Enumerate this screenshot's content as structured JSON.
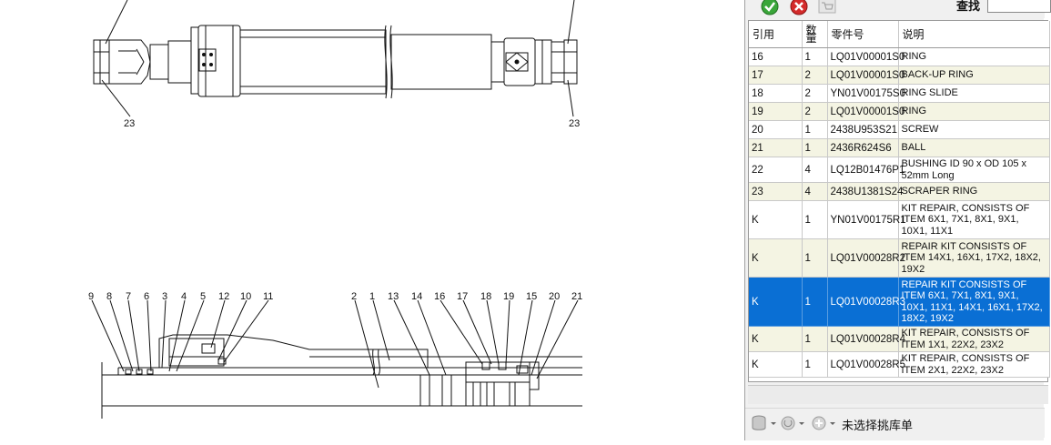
{
  "drawing": {
    "top_callouts": [
      "23",
      "23"
    ],
    "bottom_callouts": [
      "9",
      "8",
      "7",
      "6",
      "3",
      "4",
      "5",
      "12",
      "10",
      "11",
      "2",
      "1",
      "13",
      "14",
      "16",
      "17",
      "18",
      "19",
      "15",
      "20",
      "21"
    ]
  },
  "toolbar": {
    "icons": [
      "confirm-icon",
      "cancel-icon",
      "cart-icon"
    ],
    "search_label": "查找",
    "search_value": ""
  },
  "grid": {
    "headers": {
      "ref": "引用",
      "qty": "数量",
      "part": "零件号",
      "desc": "说明"
    },
    "rows": [
      {
        "ref": "16",
        "qty": "1",
        "part": "LQ01V00001S0",
        "desc": "RING"
      },
      {
        "ref": "17",
        "qty": "2",
        "part": "LQ01V00001S0",
        "desc": "BACK-UP RING"
      },
      {
        "ref": "18",
        "qty": "2",
        "part": "YN01V00175S0",
        "desc": "RING SLIDE"
      },
      {
        "ref": "19",
        "qty": "2",
        "part": "LQ01V00001S0",
        "desc": "RING"
      },
      {
        "ref": "20",
        "qty": "1",
        "part": "2438U953S21",
        "desc": "SCREW"
      },
      {
        "ref": "21",
        "qty": "1",
        "part": "2436R624S6",
        "desc": "BALL"
      },
      {
        "ref": "22",
        "qty": "4",
        "part": "LQ12B01476P1",
        "desc": "BUSHING ID 90 x OD 105 x 52mm Long"
      },
      {
        "ref": "23",
        "qty": "4",
        "part": "2438U1381S24",
        "desc": "SCRAPER RING"
      },
      {
        "ref": "K",
        "qty": "1",
        "part": "YN01V00175R1",
        "desc": "KIT REPAIR, CONSISTS OF ITEM 6X1, 7X1, 8X1, 9X1, 10X1, 11X1"
      },
      {
        "ref": "K",
        "qty": "1",
        "part": "LQ01V00028R2",
        "desc": "REPAIR KIT CONSISTS OF ITEM 14X1, 16X1, 17X2, 18X2, 19X2"
      },
      {
        "ref": "K",
        "qty": "1",
        "part": "LQ01V00028R3",
        "desc": "REPAIR KIT CONSISTS OF ITEM 6X1, 7X1, 8X1, 9X1, 10X1, 11X1, 14X1, 16X1, 17X2, 18X2, 19X2"
      },
      {
        "ref": "K",
        "qty": "1",
        "part": "LQ01V00028R4",
        "desc": "KIT REPAIR, CONSISTS OF ITEM 1X1, 22X2, 23X2"
      },
      {
        "ref": "K",
        "qty": "1",
        "part": "LQ01V00028R5",
        "desc": "KIT REPAIR, CONSISTS OF ITEM 2X1, 22X2, 23X2"
      }
    ],
    "selected_row_index": 10
  },
  "statusbar": {
    "icons": [
      "database-icon",
      "refresh-icon",
      "add-icon"
    ],
    "text": "未选择挑库单"
  },
  "colors": {
    "selection": "#0a6fd4",
    "alt_row": "#f4f4e3"
  }
}
